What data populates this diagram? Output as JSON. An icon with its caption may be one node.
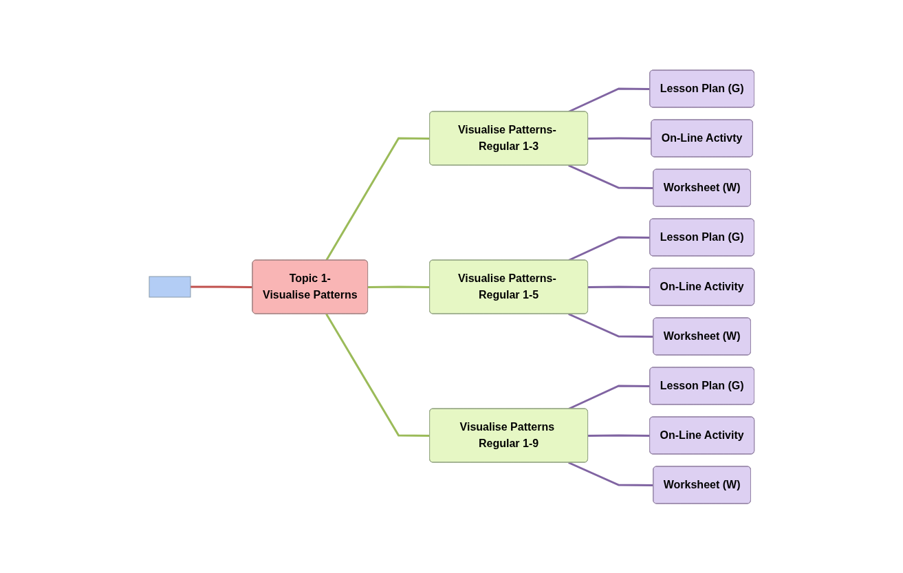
{
  "diagram": {
    "nodes": [
      {
        "text": [],
        "shape": "box"
      },
      {
        "text": [
          "Topic 1-",
          "Visualise Patterns"
        ]
      },
      {
        "text": [
          "Visualise Patterns- Regular 1-3"
        ]
      },
      {
        "text": [
          "Lesson Plan (G)"
        ]
      },
      {
        "text": [
          "On-Line Activty"
        ]
      },
      {
        "text": [
          "Worksheet (W)"
        ]
      },
      {
        "text": [
          "Visualise Patterns- Regular 1-5"
        ]
      },
      {
        "text": [
          "Lesson Plan (G)"
        ]
      },
      {
        "text": [
          "On-Line Activity"
        ]
      },
      {
        "text": [
          "Worksheet (W)"
        ]
      },
      {
        "text": [
          "Visualise Patterns Regular 1-9"
        ]
      },
      {
        "text": [
          "Lesson Plan (G)"
        ]
      },
      {
        "text": [
          "On-Line Activity"
        ]
      },
      {
        "text": [
          "Worksheet (W)"
        ]
      }
    ],
    "edges": [
      {
        "from": 0,
        "to": 1,
        "arrow": "none",
        "color": "#c0504d"
      },
      {
        "from": 1,
        "to": 2,
        "arrow": "none",
        "color": "#9bbb59"
      },
      {
        "from": 1,
        "to": 6,
        "arrow": "none",
        "color": "#9bbb59"
      },
      {
        "from": 1,
        "to": 10,
        "arrow": "none",
        "color": "#9bbb59"
      },
      {
        "from": 2,
        "to": 3,
        "arrow": "none"
      },
      {
        "from": 2,
        "to": 4,
        "arrow": "none"
      },
      {
        "from": 2,
        "to": 5,
        "arrow": "none"
      },
      {
        "from": 6,
        "to": 7,
        "arrow": "none"
      },
      {
        "from": 6,
        "to": 8,
        "arrow": "none"
      },
      {
        "from": 6,
        "to": 9,
        "arrow": "none"
      },
      {
        "from": 10,
        "to": 11,
        "arrow": "none"
      },
      {
        "from": 10,
        "to": 12,
        "arrow": "none"
      },
      {
        "from": 10,
        "to": 13,
        "arrow": "none"
      }
    ]
  }
}
